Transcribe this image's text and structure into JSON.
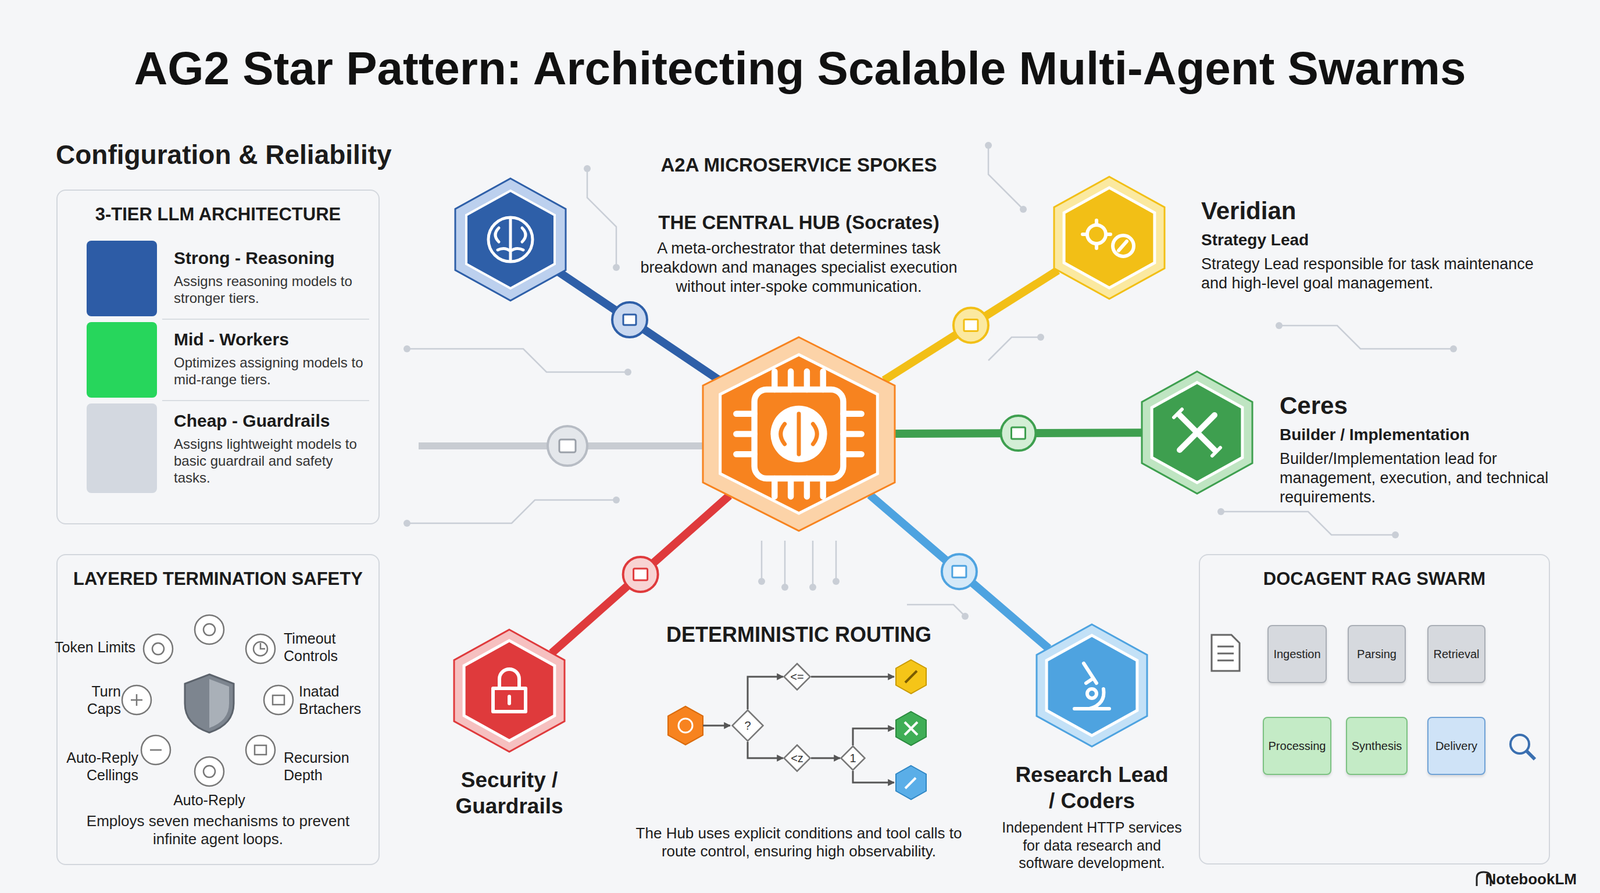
{
  "diagram": {
    "title": "AG2 Star Pattern: Architecting Scalable Multi-Agent Swarms",
    "nodes": [
      {
        "text": [
          "3-TIER LLM ARCHITECTURE"
        ]
      },
      {
        "text": [
          "Strong - Reasoning",
          "Assigns reasoning models to stronger tiers."
        ],
        "in": 0
      },
      {
        "text": [
          "Mid - Workers",
          "Optimizes assigning models to mid-range tiers."
        ],
        "in": 0
      },
      {
        "text": [
          "Cheap - Guardrails",
          "Assigns lightweight models to basic guardrail and safety tasks."
        ],
        "in": 0
      },
      {
        "text": [
          "THE CENTRAL HUB (Socrates)",
          "A meta-orchestrator that determines task breakdown and manages specialist execution without inter-spoke communication."
        ]
      },
      {
        "text": [
          "Veridian",
          "Strategy Lead",
          "Strategy Lead responsible for task maintenance and high-level goal management."
        ]
      },
      {
        "text": [
          "Ceres",
          "Builder / Implementation",
          "Builder/Implementation lead for management, execution, and technical requirements."
        ]
      },
      {
        "text": [
          "LAYERED TERMINATION SAFETY",
          "Employs seven mechanisms to prevent infinite agent loops."
        ]
      },
      {
        "text": [
          "Security / Guardrails"
        ]
      },
      {
        "text": [
          "?"
        ]
      },
      {
        "text": [
          "<="
        ]
      },
      {
        "text": [
          "<z"
        ]
      },
      {
        "text": [
          "1"
        ]
      },
      {
        "text": [
          "Research Lead / Coders",
          "Independent HTTP services for data research and software development."
        ]
      },
      {
        "text": [
          "DOCAGENT RAG SWARM"
        ]
      },
      {
        "text": [
          "Ingestion"
        ],
        "in": 14
      },
      {
        "text": [
          "Parsing"
        ],
        "in": 14
      },
      {
        "text": [
          "Retrieval"
        ],
        "in": 14
      },
      {
        "text": [
          "Processing"
        ],
        "in": 14
      },
      {
        "text": [
          "Synthesis"
        ],
        "in": 14
      },
      {
        "text": [
          "Delivery"
        ],
        "in": 14
      }
    ],
    "edges": [
      {
        "from": 4,
        "to": 5,
        "arrow": "none"
      },
      {
        "from": 4,
        "to": 6,
        "arrow": "none"
      },
      {
        "from": 4,
        "to": 13,
        "arrow": "none"
      },
      {
        "from": 4,
        "to": 8,
        "arrow": "none"
      },
      {
        "from": 9,
        "to": 10,
        "arrow": "to"
      },
      {
        "from": 9,
        "to": 11,
        "arrow": "to"
      },
      {
        "from": 11,
        "to": 12,
        "arrow": "to"
      }
    ],
    "labels": [
      "Configuration & Reliability",
      "A2A MICROSERVICE SPOKES",
      "Token Limits",
      "Timeout Controls",
      "Turn Caps",
      "Inatad Brtachers",
      "Auto-Reply Cellings",
      "Recursion Depth",
      "Auto-Reply",
      "DETERMINISTIC ROUTING",
      "The Hub uses explicit conditions and tool calls to route control, ensuring high observability.",
      "NotebookLM"
    ]
  }
}
